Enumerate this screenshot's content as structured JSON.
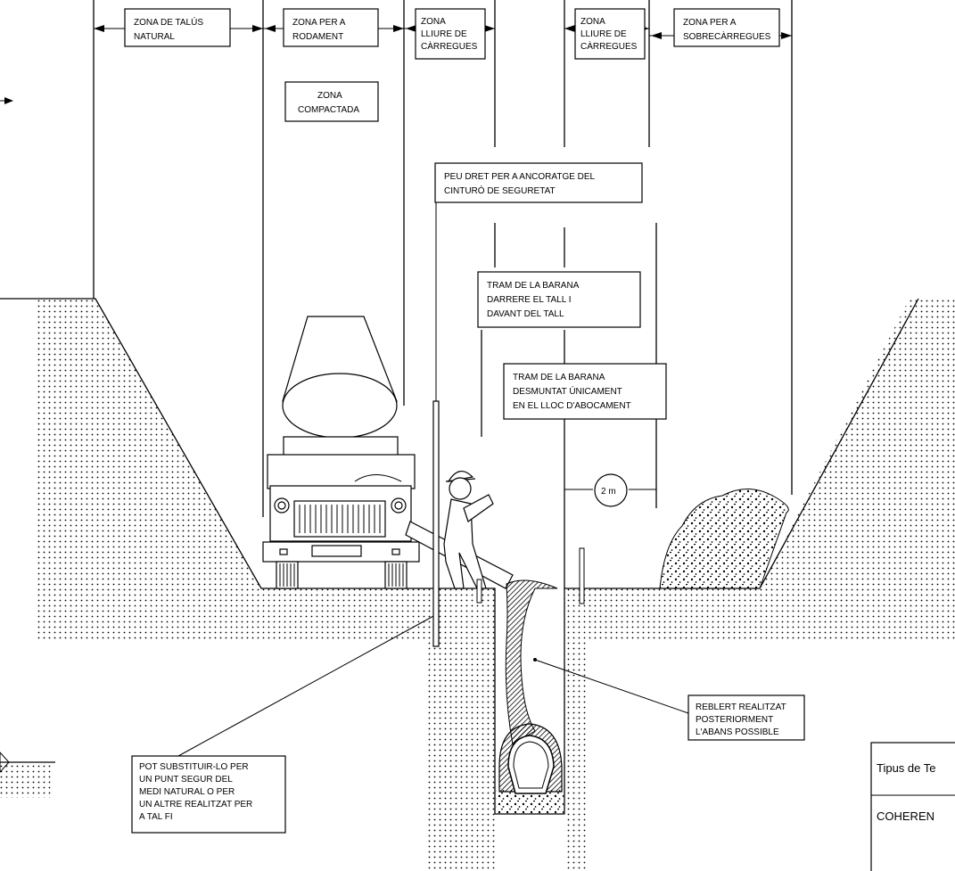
{
  "zone_labels": {
    "natural_slope": [
      "ZONA DE TALÚS",
      "NATURAL"
    ],
    "rolling": [
      "ZONA PER A",
      "RODAMENT"
    ],
    "free_load_left": [
      "ZONA",
      "LLIURE DE",
      "CÀRREGUES"
    ],
    "free_load_right": [
      "ZONA",
      "LLIURE DE",
      "CÀRREGUES"
    ],
    "overload": [
      "ZONA PER A",
      "SOBRECÀRREGUES"
    ],
    "compacted": [
      "ZONA",
      "COMPACTADA"
    ]
  },
  "callouts": {
    "anchor_post": [
      "PEU DRET PER A ANCORATGE DEL",
      "CINTURÓ DE SEGURETAT"
    ],
    "railing_behind": [
      "TRAM DE LA BARANA",
      "DARRERE EL TALL I",
      "DAVANT DEL TALL"
    ],
    "railing_removed": [
      "TRAM DE LA BARANA",
      "DESMUNTAT ÚNICAMENT",
      "EN EL LLOC D'ABOCAMENT"
    ],
    "backfill": [
      "REBLERT REALITZAT",
      "POSTERIORMENT",
      "L'ABANS POSSIBLE"
    ],
    "substitute": [
      "POT SUBSTITUIR-LO PER",
      "UN PUNT SEGUR DEL",
      "MEDI NATURAL O PER",
      "UN ALTRE REALITZAT PER",
      "A TAL FI"
    ]
  },
  "distance_label": "2 m",
  "side_table": {
    "row1": "Tipus de Te",
    "row2": "COHEREN"
  },
  "colors": {
    "ink": "#000000",
    "paper": "#ffffff"
  }
}
